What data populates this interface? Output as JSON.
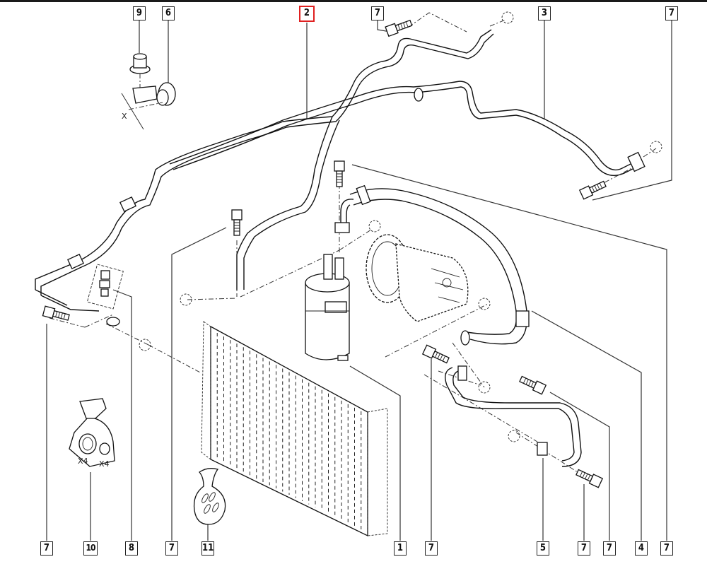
{
  "diagram": {
    "title": "Air conditioning system exploded parts view",
    "highlight_color": "#e02020",
    "line_color": "#111111",
    "callouts_top": [
      {
        "id": "c9",
        "label": "9"
      },
      {
        "id": "c6",
        "label": "6"
      },
      {
        "id": "c2",
        "label": "2",
        "highlighted": true
      },
      {
        "id": "c7a",
        "label": "7"
      },
      {
        "id": "c3",
        "label": "3"
      },
      {
        "id": "c7b",
        "label": "7"
      }
    ],
    "callouts_bottom": [
      {
        "id": "b7a",
        "label": "7"
      },
      {
        "id": "b10",
        "label": "10"
      },
      {
        "id": "b8",
        "label": "8"
      },
      {
        "id": "b7b",
        "label": "7"
      },
      {
        "id": "b11",
        "label": "11"
      },
      {
        "id": "b1",
        "label": "1"
      },
      {
        "id": "b7c",
        "label": "7"
      },
      {
        "id": "b5",
        "label": "5"
      },
      {
        "id": "b7d",
        "label": "7"
      },
      {
        "id": "b7e",
        "label": "7"
      },
      {
        "id": "b4",
        "label": "4"
      },
      {
        "id": "b7f",
        "label": "7"
      }
    ],
    "annotations": {
      "dimension_x": "X",
      "seal_bag_qty_large": "X4",
      "seal_bag_qty_small": "X4"
    },
    "parts": [
      {
        "ref": "1",
        "name": "condenser"
      },
      {
        "ref": "2",
        "name": "pipe"
      },
      {
        "ref": "3",
        "name": "pipe"
      },
      {
        "ref": "4",
        "name": "hose"
      },
      {
        "ref": "5",
        "name": "pipe"
      },
      {
        "ref": "6",
        "name": "clip"
      },
      {
        "ref": "7",
        "name": "bolt"
      },
      {
        "ref": "8",
        "name": "connector"
      },
      {
        "ref": "9",
        "name": "nut"
      },
      {
        "ref": "10",
        "name": "seal kit"
      },
      {
        "ref": "11",
        "name": "desiccant bag"
      }
    ]
  }
}
